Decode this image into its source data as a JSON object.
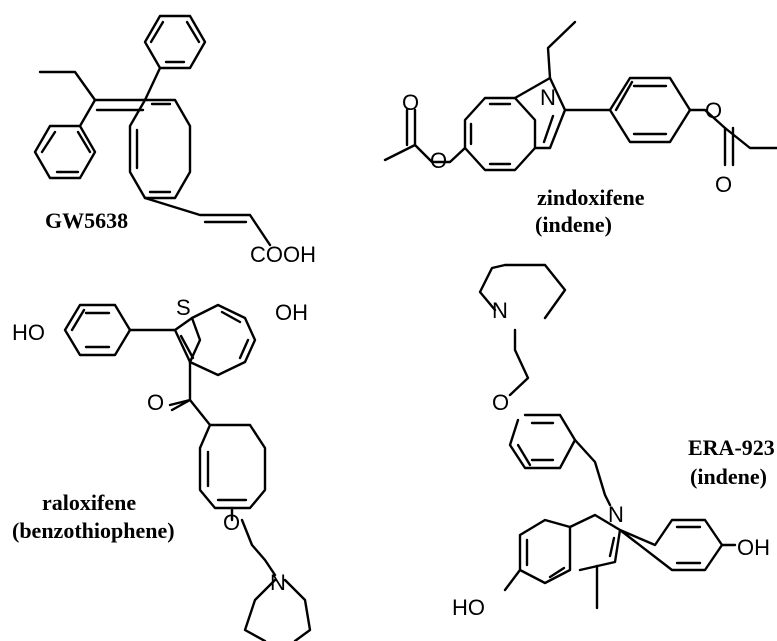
{
  "compounds": {
    "gw5638": {
      "name": "GW5638",
      "cooh": "COOH"
    },
    "zindoxifene": {
      "name": "zindoxifene",
      "class": "(indene)",
      "n": "N",
      "o1": "O",
      "o2": "O",
      "o3": "O",
      "o4": "O"
    },
    "raloxifene": {
      "name": "raloxifene",
      "class": "(benzothiophene)",
      "s": "S",
      "oh": "OH",
      "ho": "HO",
      "ocarbonyl": "O",
      "oether": "O",
      "n": "N"
    },
    "era923": {
      "name": "ERA-923",
      "class": "(indene)",
      "n_pip": "N",
      "o": "O",
      "n_ind": "N",
      "ho": "HO",
      "oh": "OH"
    }
  }
}
